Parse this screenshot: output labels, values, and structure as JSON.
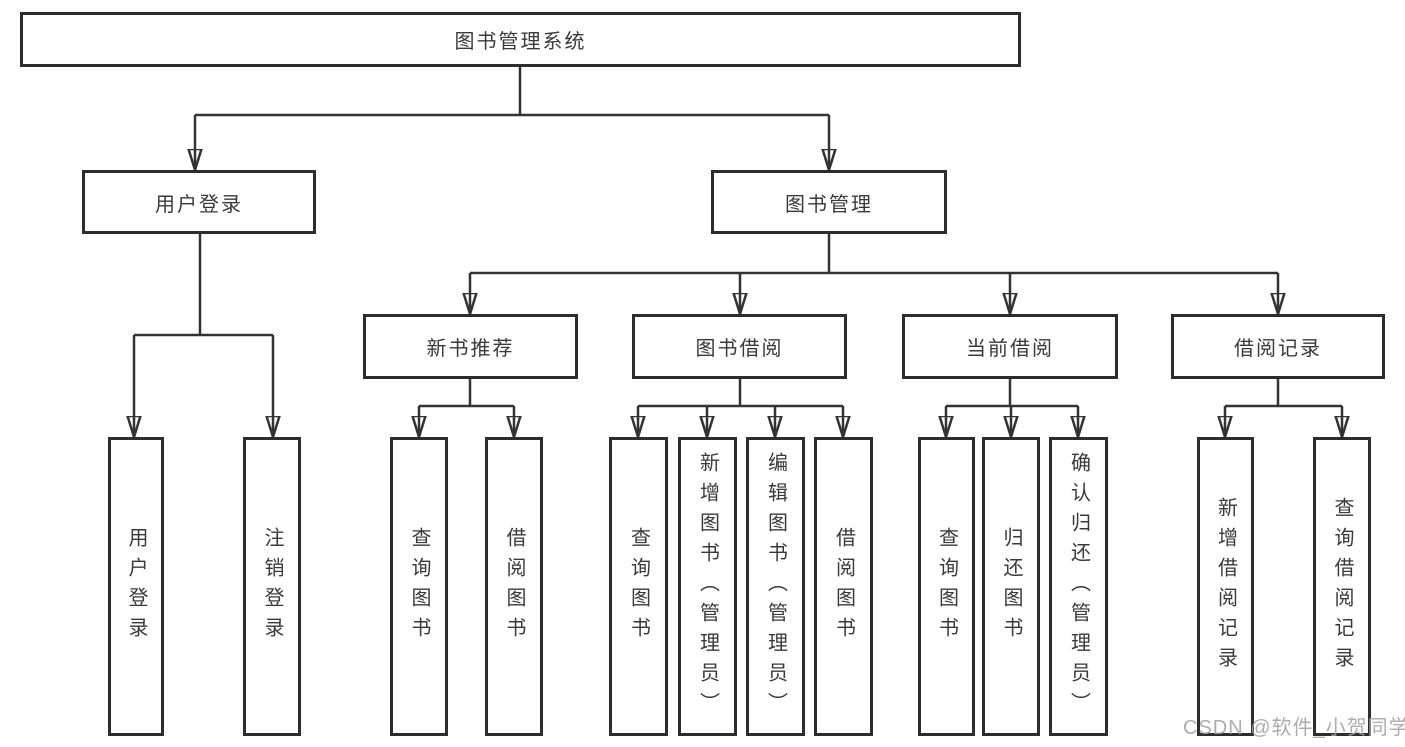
{
  "tree": {
    "root": {
      "label": "图书管理系统"
    },
    "children": [
      {
        "label": "用户登录",
        "children": [
          {
            "label": "用户登录"
          },
          {
            "label": "注销登录"
          }
        ]
      },
      {
        "label": "图书管理",
        "children": [
          {
            "label": "新书推荐",
            "children": [
              {
                "label": "查询图书"
              },
              {
                "label": "借阅图书"
              }
            ]
          },
          {
            "label": "图书借阅",
            "children": [
              {
                "label": "查询图书"
              },
              {
                "label": "新增图书（管理员）"
              },
              {
                "label": "编辑图书（管理员）"
              },
              {
                "label": "借阅图书"
              }
            ]
          },
          {
            "label": "当前借阅",
            "children": [
              {
                "label": "查询图书"
              },
              {
                "label": "归还图书"
              },
              {
                "label": "确认归还（管理员）"
              }
            ]
          },
          {
            "label": "借阅记录",
            "children": [
              {
                "label": "新增借阅记录"
              },
              {
                "label": "查询借阅记录"
              }
            ]
          }
        ]
      }
    ]
  },
  "watermark": {
    "text": "CSDN @软件_小贺同学"
  },
  "colors": {
    "box_border": "#2d2d2d",
    "connector_line": "#333333",
    "text": "#3a3a3a",
    "watermark": "#a4a4a4",
    "background": "#ffffff"
  }
}
